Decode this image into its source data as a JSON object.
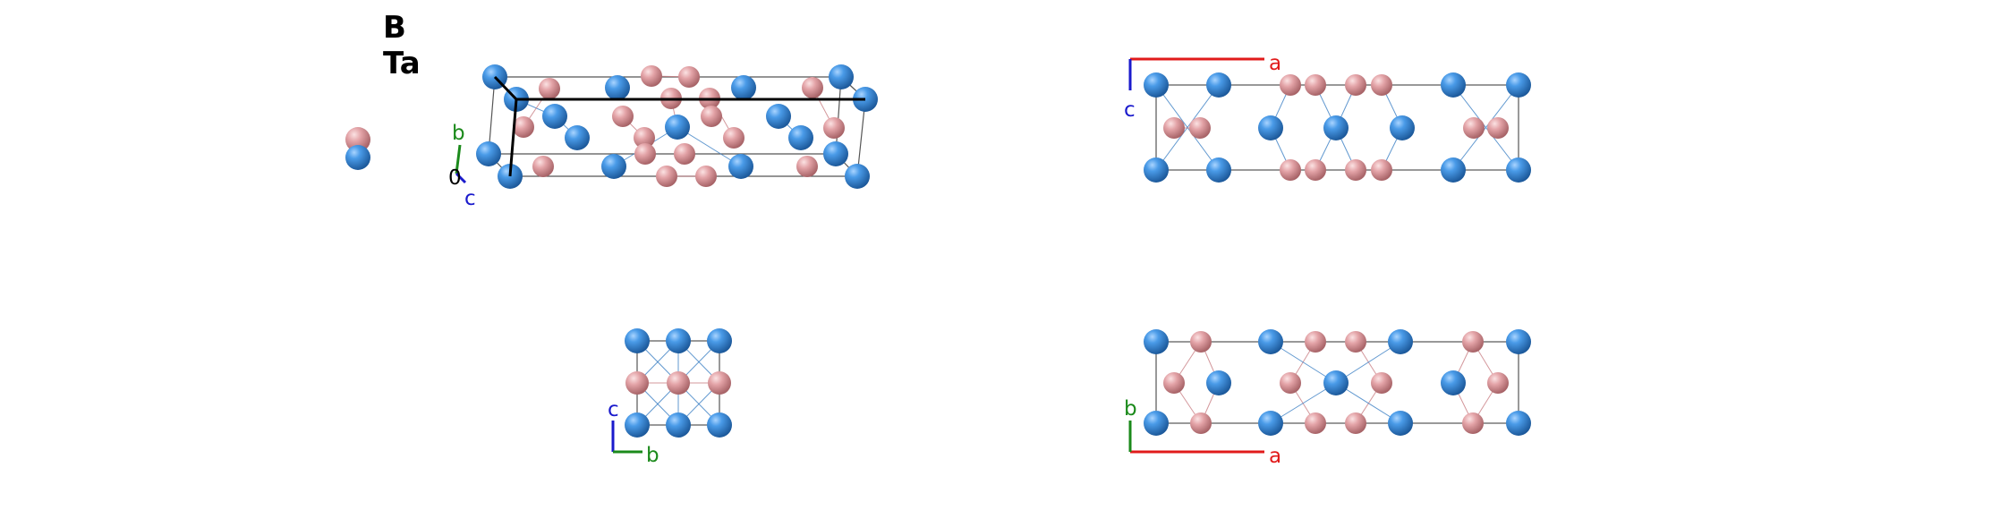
{
  "legend": {
    "elements": [
      {
        "symbol": "B",
        "color": "#e8a3a6"
      },
      {
        "symbol": "Ta",
        "color": "#3a8ee0"
      }
    ]
  },
  "views": {
    "perspective": {
      "axes": [
        "b",
        "0",
        "c"
      ]
    },
    "top_ac": {
      "axes": [
        "a",
        "c"
      ]
    },
    "bottom_cb": {
      "axes": [
        "c",
        "b"
      ]
    },
    "bottom_ba": {
      "axes": [
        "b",
        "a"
      ]
    }
  },
  "axis_colors": {
    "a": "#e11b1b",
    "b": "#1b8a1b",
    "c": "#1a1acc",
    "origin": "#000000"
  }
}
